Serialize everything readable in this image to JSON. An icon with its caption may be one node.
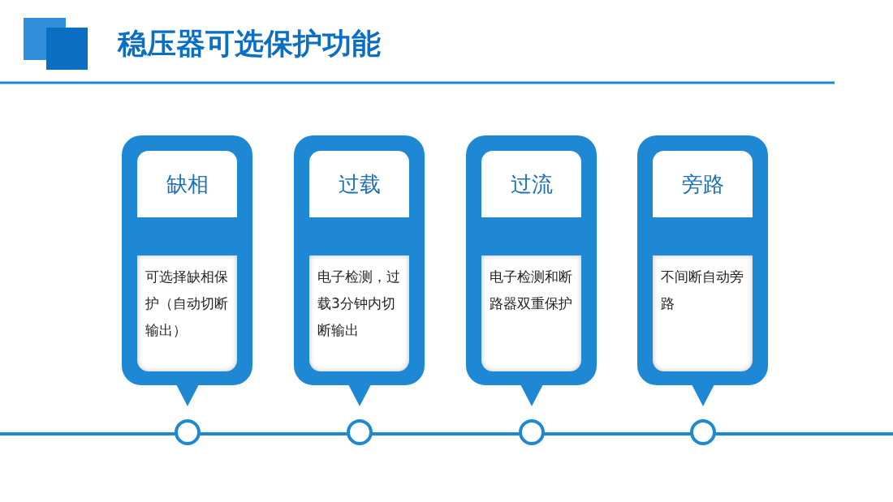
{
  "diagram": {
    "title": "稳压器可选保护功能",
    "nodes": [
      {
        "text": [
          "缺相",
          "可选择缺相保护（自动切断输出）"
        ]
      },
      {
        "text": [
          "过载",
          "电子检测，过载3分钟内切断输出"
        ]
      },
      {
        "text": [
          "过流",
          "电子检测和断路器双重保护"
        ]
      },
      {
        "text": [
          "旁路",
          "不间断自动旁路"
        ]
      }
    ]
  }
}
